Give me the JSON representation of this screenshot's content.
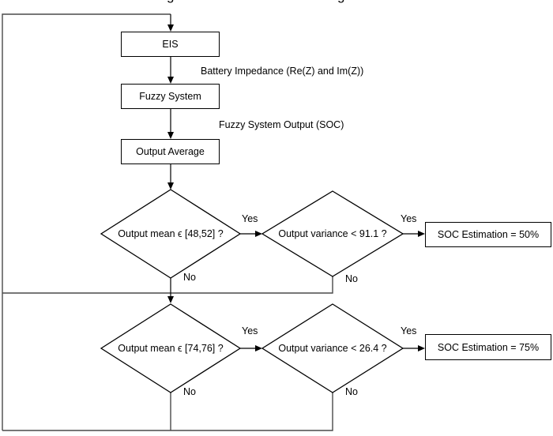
{
  "page": {
    "background": "#ffffff",
    "cropped_caption_fragments": [
      "g",
      "g"
    ]
  },
  "flowchart": {
    "colors": {
      "line": "#000000",
      "feedback_line": "#4a4a4a",
      "box_fill": "#ffffff",
      "text": "#000000"
    },
    "process_boxes": [
      {
        "id": "eis",
        "label": "EIS"
      },
      {
        "id": "fuzzy-system",
        "label": "Fuzzy System"
      },
      {
        "id": "output-average",
        "label": "Output Average"
      }
    ],
    "flow_labels": [
      {
        "id": "battery-impedance",
        "text": "Battery Impedance (Re(Z) and Im(Z))"
      },
      {
        "id": "fuzzy-system-output",
        "text": "Fuzzy System Output (SOC)"
      }
    ],
    "decisions": [
      {
        "id": "mean-48-52",
        "text": "Output mean ϵ [48,52] ?"
      },
      {
        "id": "variance-91-1",
        "text": "Output variance < 91.1 ?"
      },
      {
        "id": "mean-74-76",
        "text": "Output mean ϵ [74,76] ?"
      },
      {
        "id": "variance-26-4",
        "text": "Output variance < 26.4 ?"
      }
    ],
    "branch_labels": {
      "yes": "Yes",
      "no": "No"
    },
    "result_boxes": [
      {
        "id": "soc-50",
        "text": "SOC Estimation = 50%"
      },
      {
        "id": "soc-75",
        "text": "SOC Estimation = 75%"
      }
    ]
  }
}
